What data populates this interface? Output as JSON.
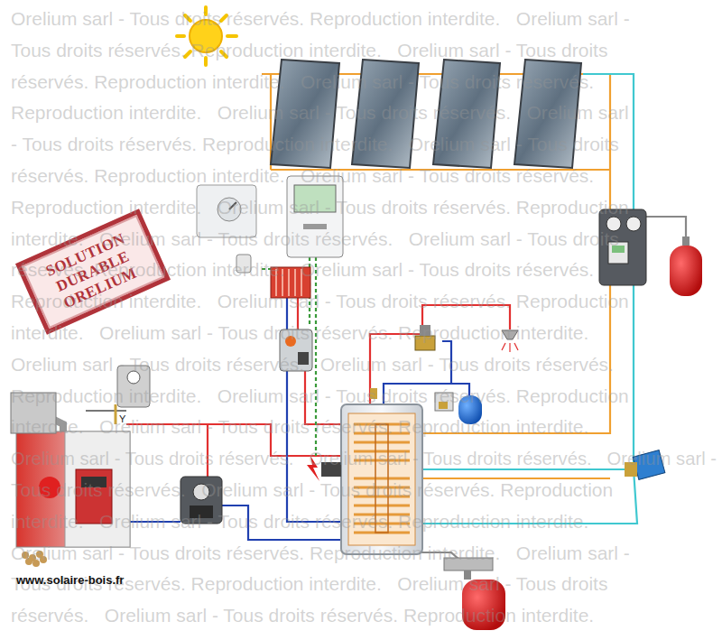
{
  "diagram": {
    "nodes": [
      {
        "text": [
          "SOLUTION DURABLE ORELIUM"
        ]
      }
    ],
    "labels": [
      "Orelium sarl - Tous droits réservés. Reproduction interdite.   Orelium sarl -",
      "Tous droits réservés. Reproduction interdite.   Orelium sarl - Tous droits",
      "réservés. Reproduction interdite.   Orelium sarl - Tous droits réservés.",
      "Reproduction interdite.   Orelium sarl - Tous droits réservés.   Orelium sarl",
      "- Tous droits réservés. Reproduction interdite.   Orelium sarl - Tous droits",
      "réservés. Reproduction interdite.   Orelium sarl - Tous droits réservés.",
      "Reproduction interdite.   Orelium sarl - Tous droits réservés. Reproduction",
      "interdite.   Orelium sarl - Tous droits réservés.   Orelium sarl - Tous droits",
      "réservés. Reproduction interdite.   Orelium sarl - Tous droits réservés.",
      "Reproduction interdite.   Orelium sarl - Tous droits réservés. Reproduction",
      "interdite.   Orelium sarl - Tous droits réservés. Reproduction interdite.",
      "Orelium sarl - Tous droits réservés.   Orelium sarl - Tous droits réservés.",
      "Reproduction interdite.   Orelium sarl - Tous droits réservés. Reproduction",
      "interdite.   Orelium sarl - Tous droits réservés. Reproduction interdite.",
      "Orelium sarl - Tous droits réservés.   Orelium sarl - Tous droits réservés.   Orelium sarl -",
      "Tous droits réservés.   Orelium sarl - Tous droits réservés. Reproduction",
      "interdite.   Orelium sarl - Tous droits réservés. Reproduction interdite.",
      "Orelium sarl - Tous droits réservés. Reproduction interdite.   Orelium sarl -",
      "Tous droits réservés. Reproduction interdite.   Orelium sarl - Tous droits",
      "réservés.   Orelium sarl - Tous droits réservés. Reproduction interdite.",
      "www.solaire-bois.fr",
      "Y"
    ]
  }
}
